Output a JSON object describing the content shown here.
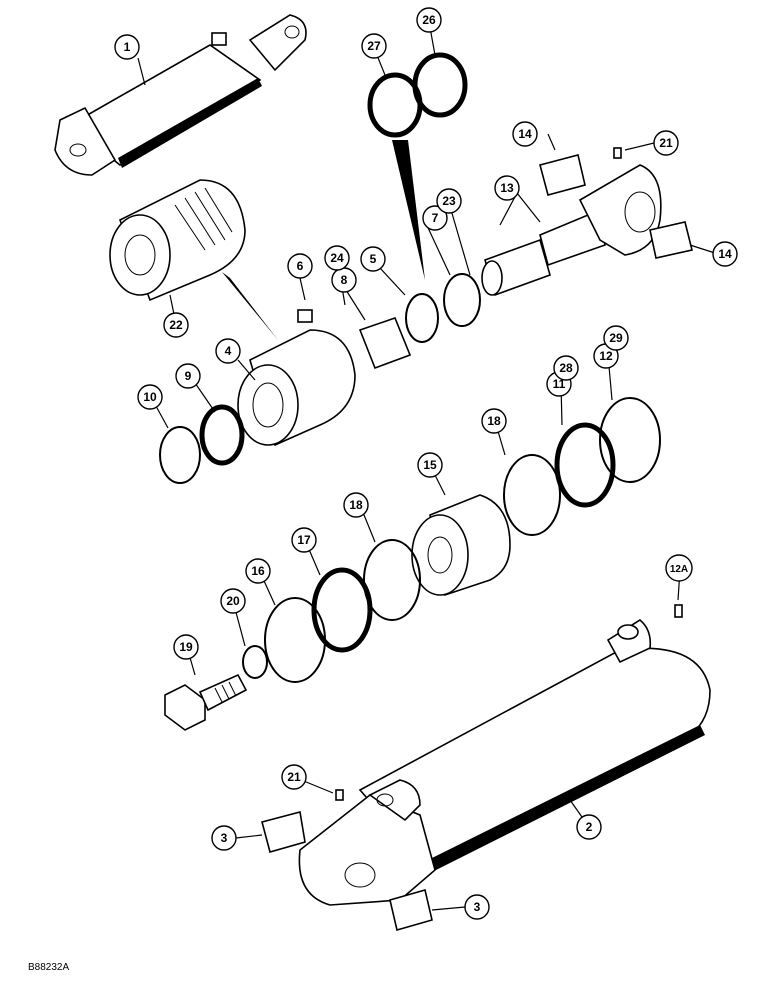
{
  "drawing_code": "B88232A",
  "callouts": [
    {
      "id": "c1",
      "label": "1"
    },
    {
      "id": "c2",
      "label": "2"
    },
    {
      "id": "c3a",
      "label": "3"
    },
    {
      "id": "c3b",
      "label": "3"
    },
    {
      "id": "c4",
      "label": "4"
    },
    {
      "id": "c5",
      "label": "5"
    },
    {
      "id": "c6",
      "label": "6"
    },
    {
      "id": "c7",
      "label": "7"
    },
    {
      "id": "c8",
      "label": "8"
    },
    {
      "id": "c9",
      "label": "9"
    },
    {
      "id": "c10",
      "label": "10"
    },
    {
      "id": "c11",
      "label": "11"
    },
    {
      "id": "c12",
      "label": "12"
    },
    {
      "id": "c12a",
      "label": "12A"
    },
    {
      "id": "c13",
      "label": "13"
    },
    {
      "id": "c14a",
      "label": "14"
    },
    {
      "id": "c14b",
      "label": "14"
    },
    {
      "id": "c15",
      "label": "15"
    },
    {
      "id": "c16",
      "label": "16"
    },
    {
      "id": "c17",
      "label": "17"
    },
    {
      "id": "c18a",
      "label": "18"
    },
    {
      "id": "c18b",
      "label": "18"
    },
    {
      "id": "c19",
      "label": "19"
    },
    {
      "id": "c20",
      "label": "20"
    },
    {
      "id": "c21a",
      "label": "21"
    },
    {
      "id": "c21b",
      "label": "21"
    },
    {
      "id": "c22",
      "label": "22"
    },
    {
      "id": "c23",
      "label": "23"
    },
    {
      "id": "c24",
      "label": "24"
    },
    {
      "id": "c26",
      "label": "26"
    },
    {
      "id": "c27",
      "label": "27"
    },
    {
      "id": "c28",
      "label": "28"
    },
    {
      "id": "c29",
      "label": "29"
    }
  ]
}
